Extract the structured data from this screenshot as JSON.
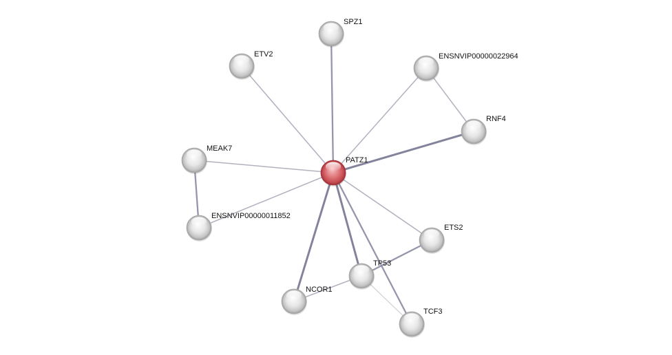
{
  "network": {
    "center_node": "PATZ1",
    "nodes": [
      {
        "id": "PATZ1",
        "label": "PATZ1",
        "kind": "query"
      },
      {
        "id": "SPZ1",
        "label": "SPZ1",
        "kind": "partner"
      },
      {
        "id": "ETV2",
        "label": "ETV2",
        "kind": "partner"
      },
      {
        "id": "ENSNVIP00000022964",
        "label": "ENSNVIP00000022964",
        "kind": "partner"
      },
      {
        "id": "RNF4",
        "label": "RNF4",
        "kind": "partner"
      },
      {
        "id": "MEAK7",
        "label": "MEAK7",
        "kind": "partner"
      },
      {
        "id": "ENSNVIP00000011852",
        "label": "ENSNVIP00000011852",
        "kind": "partner"
      },
      {
        "id": "ETS2",
        "label": "ETS2",
        "kind": "partner"
      },
      {
        "id": "TP53",
        "label": "TP53",
        "kind": "partner"
      },
      {
        "id": "NCOR1",
        "label": "NCOR1",
        "kind": "partner"
      },
      {
        "id": "TCF3",
        "label": "TCF3",
        "kind": "partner"
      }
    ],
    "edges": [
      {
        "source": "PATZ1",
        "target": "SPZ1",
        "strength": "medium"
      },
      {
        "source": "PATZ1",
        "target": "ETV2",
        "strength": "weak"
      },
      {
        "source": "PATZ1",
        "target": "ENSNVIP00000022964",
        "strength": "weak"
      },
      {
        "source": "PATZ1",
        "target": "RNF4",
        "strength": "strong"
      },
      {
        "source": "PATZ1",
        "target": "MEAK7",
        "strength": "weak"
      },
      {
        "source": "PATZ1",
        "target": "ENSNVIP00000011852",
        "strength": "weak"
      },
      {
        "source": "PATZ1",
        "target": "ETS2",
        "strength": "weak"
      },
      {
        "source": "PATZ1",
        "target": "TP53",
        "strength": "strong"
      },
      {
        "source": "PATZ1",
        "target": "NCOR1",
        "strength": "strong"
      },
      {
        "source": "PATZ1",
        "target": "TCF3",
        "strength": "medium"
      },
      {
        "source": "ENSNVIP00000022964",
        "target": "RNF4",
        "strength": "weak"
      },
      {
        "source": "MEAK7",
        "target": "ENSNVIP00000011852",
        "strength": "medium"
      },
      {
        "source": "TP53",
        "target": "ETS2",
        "strength": "medium"
      },
      {
        "source": "TP53",
        "target": "NCOR1",
        "strength": "weak"
      },
      {
        "source": "TP53",
        "target": "TCF3",
        "strength": "faint"
      }
    ],
    "colors": {
      "query_node": "#d9656a",
      "partner_node": "#d8d8d8",
      "edge": "#8f8fa6",
      "label": "#111111",
      "background": "#ffffff"
    }
  }
}
